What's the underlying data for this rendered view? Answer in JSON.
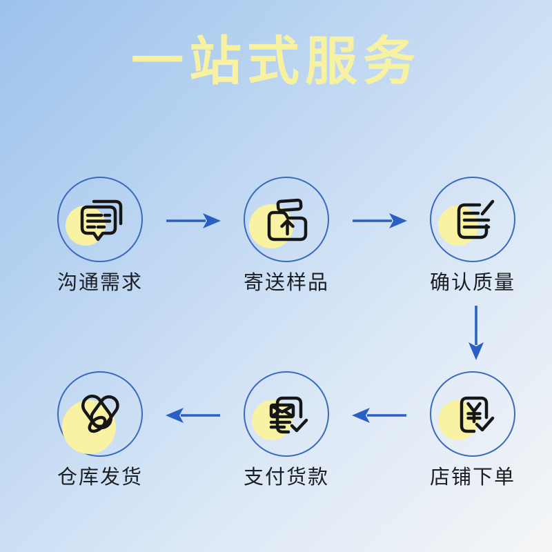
{
  "title": "一站式服务",
  "steps": [
    {
      "label": "沟通需求",
      "icon": "chat-bubbles-icon"
    },
    {
      "label": "寄送样品",
      "icon": "folder-upload-icon"
    },
    {
      "label": "确认质量",
      "icon": "edit-document-icon"
    },
    {
      "label": "店铺下单",
      "icon": "yuan-payment-check-icon"
    },
    {
      "label": "支付货款",
      "icon": "invoice-check-icon"
    },
    {
      "label": "仓库发货",
      "icon": "pills-package-icon"
    }
  ],
  "flow_arrows": [
    {
      "from": "沟通需求",
      "to": "寄送样品",
      "direction": "right"
    },
    {
      "from": "寄送样品",
      "to": "确认质量",
      "direction": "right"
    },
    {
      "from": "确认质量",
      "to": "店铺下单",
      "direction": "down"
    },
    {
      "from": "店铺下单",
      "to": "支付货款",
      "direction": "left"
    },
    {
      "from": "支付货款",
      "to": "仓库发货",
      "direction": "left"
    }
  ],
  "colors": {
    "background_top_left": "#9cc2ec",
    "background_bottom_right": "#f4f5f6",
    "title_yellow": "#f6f2a2",
    "highlight_yellow": "#f9f2a3",
    "circle_border_blue": "#3a6abe",
    "arrow_blue": "#2a60c4",
    "icon_stroke": "#161616",
    "label_text": "#1b1e23"
  }
}
